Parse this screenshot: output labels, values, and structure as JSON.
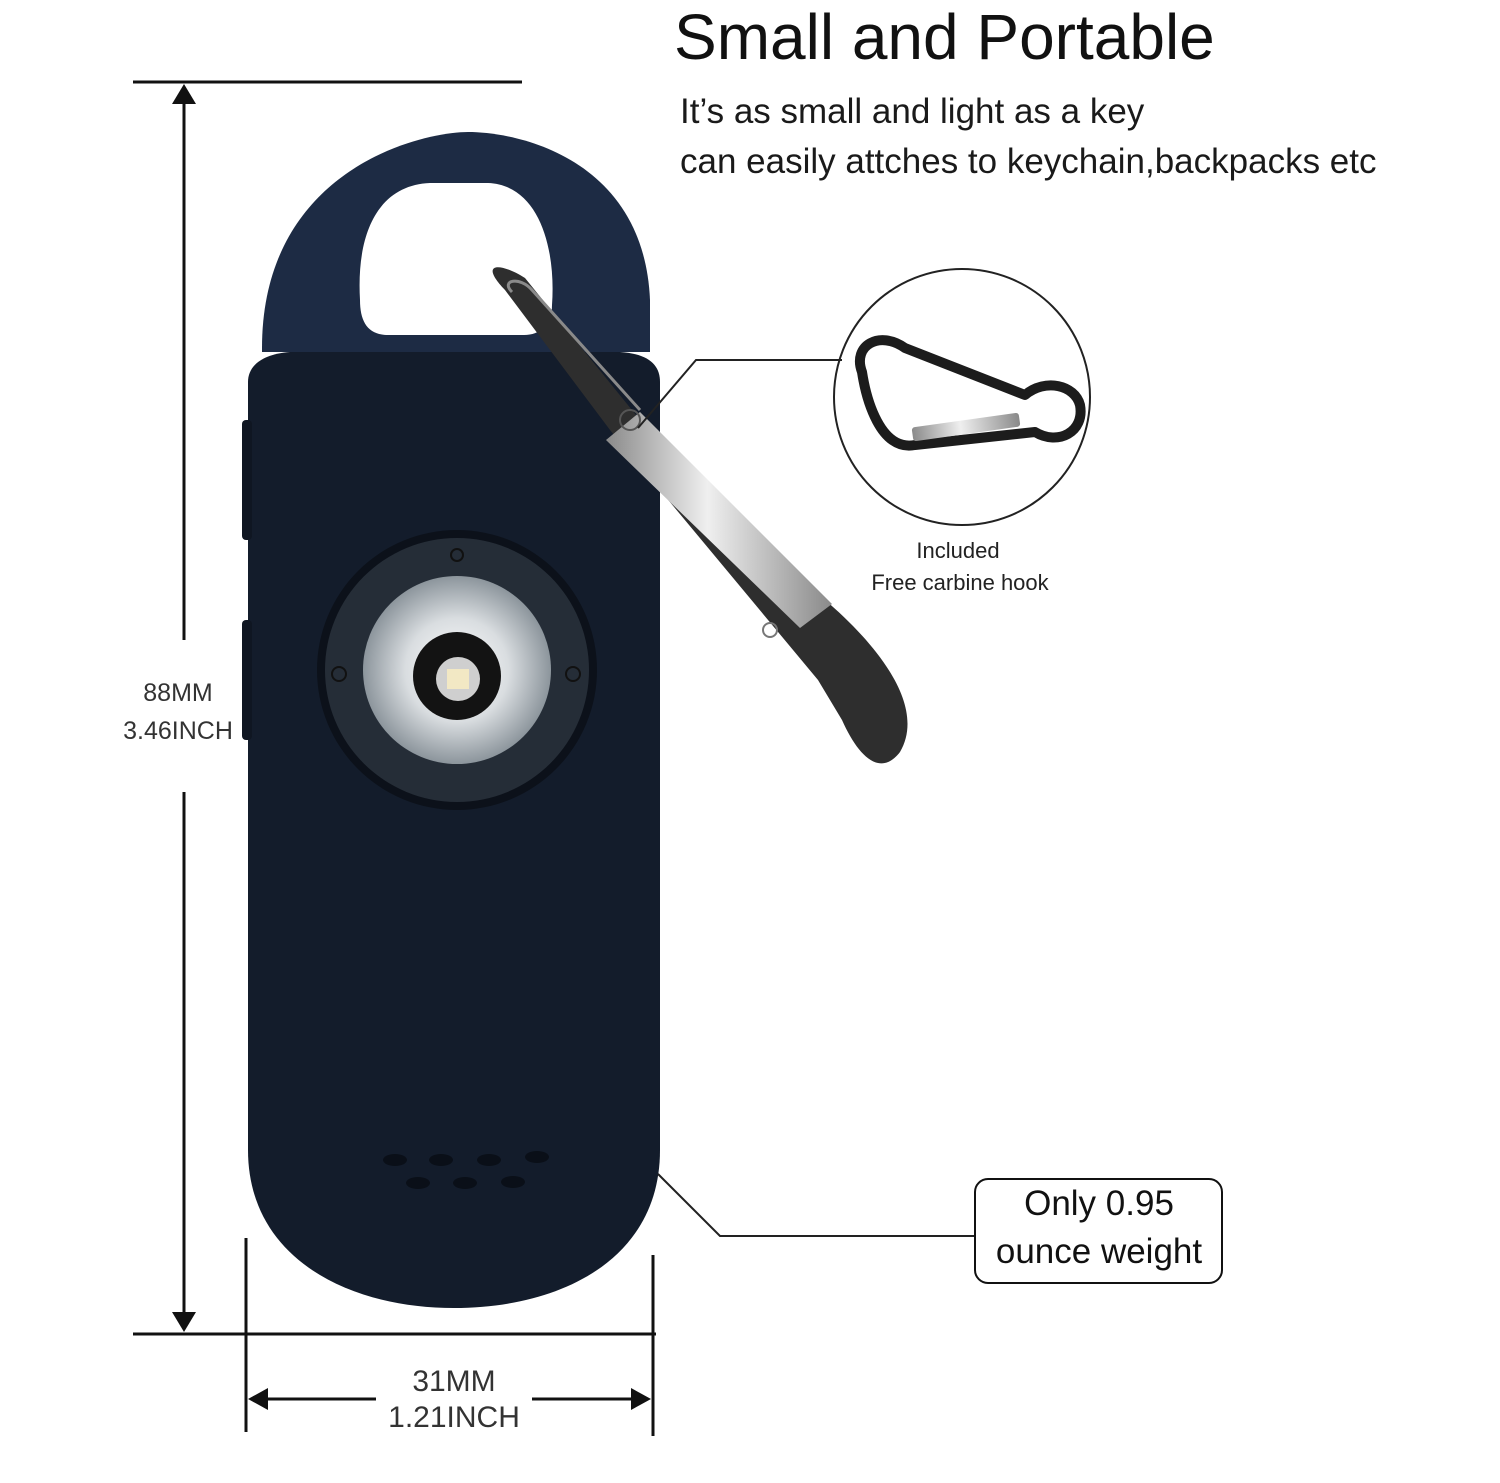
{
  "headline": {
    "title": "Small and Portable",
    "line1": "It’s as small and light as a key",
    "line2": "can easily attches to keychain,backpacks etc"
  },
  "dimensions": {
    "height_mm": "88MM",
    "height_inch": "3.46INCH",
    "width_mm": "31MM",
    "width_inch": "1.21INCH"
  },
  "callouts": {
    "hook_line1": "Included",
    "hook_line2": "Free carbine hook",
    "weight_line1": "Only 0.95",
    "weight_line2": "ounce weight"
  },
  "colors": {
    "device_body": "#131c2b",
    "device_top": "#1d2b44",
    "lens_glow": "#dfe3e6",
    "carabiner_dark": "#2b2b2b",
    "carabiner_silver": "#c9c9c9"
  }
}
